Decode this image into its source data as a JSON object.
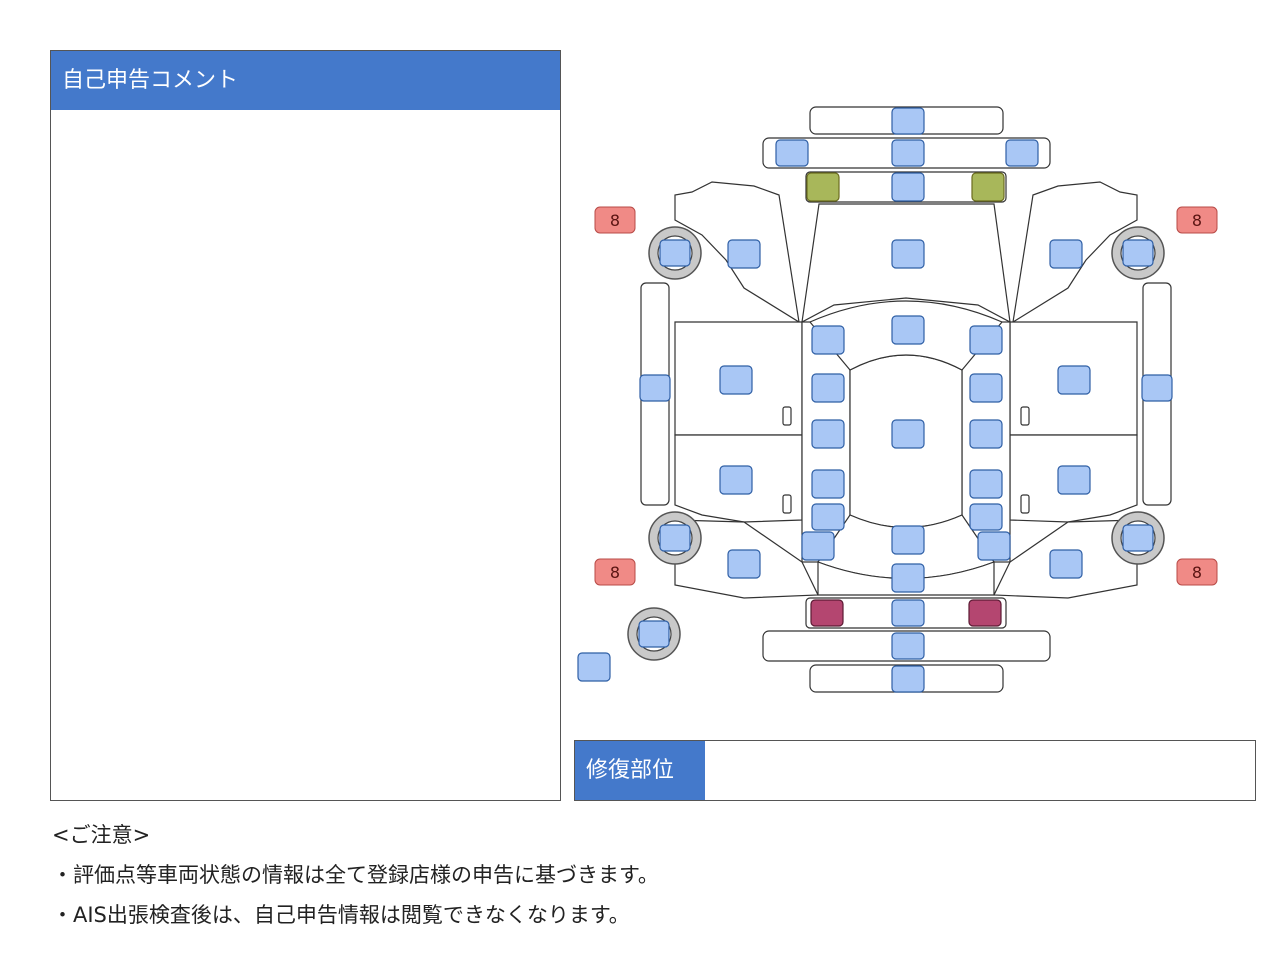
{
  "comment_panel": {
    "header": "自己申告コメント",
    "body": ""
  },
  "repair_panel": {
    "label": "修復部位",
    "value": ""
  },
  "diagram": {
    "badges": [
      "8",
      "8",
      "8",
      "8"
    ],
    "colors": {
      "cell": "#a9c7f5",
      "yellow": "#a8b75a",
      "maroon": "#b44670",
      "badge": "#f08a86",
      "header": "#4479cb"
    }
  },
  "notes": [
    "<ご注意>",
    "・評価点等車両状態の情報は全て登録店様の申告に基づきます。",
    "・AIS出張検査後は、自己申告情報は閲覧できなくなります。"
  ]
}
